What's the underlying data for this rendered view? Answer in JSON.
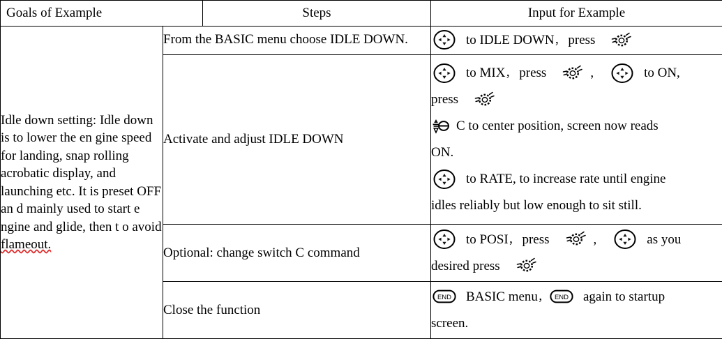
{
  "table": {
    "headers": {
      "goals": "Goals of Example",
      "steps": "Steps",
      "input": "Input for Example"
    },
    "goals_text": "Idle down setting: Idle down is to lower the en gine speed for landing, snap rolling acrobatic display, and launching etc. It is preset OFF an d mainly used to start e ngine and glide, then t o avoid ",
    "goals_text_misspelled": "flameout.",
    "rows": [
      {
        "step": "From the BASIC menu choose IDLE DOWN.",
        "input_lines": [
          [
            {
              "type": "icon",
              "name": "dpad-icon"
            },
            {
              "type": "text",
              "value": "to IDLE DOWN"
            },
            {
              "type": "cjk-comma",
              "value": "，"
            },
            {
              "type": "text",
              "value": " press"
            },
            {
              "type": "icon",
              "name": "press-button-icon"
            }
          ]
        ]
      },
      {
        "step": "Activate and adjust IDLE DOWN",
        "input_lines": [
          [
            {
              "type": "icon",
              "name": "dpad-icon"
            },
            {
              "type": "text",
              "value": "to MIX"
            },
            {
              "type": "cjk-comma",
              "value": "，"
            },
            {
              "type": "text",
              "value": " press"
            },
            {
              "type": "icon",
              "name": "press-button-icon"
            },
            {
              "type": "text",
              "value": ","
            },
            {
              "type": "icon",
              "name": "dpad-icon"
            },
            {
              "type": "text",
              "value": "to ON,"
            }
          ],
          [
            {
              "type": "text",
              "value": "press"
            },
            {
              "type": "icon",
              "name": "press-button-icon"
            }
          ],
          [
            {
              "type": "icon",
              "name": "switch-c-icon"
            },
            {
              "type": "text",
              "value": "C to center position, screen now reads"
            }
          ],
          [
            {
              "type": "text",
              "value": "ON."
            }
          ],
          [
            {
              "type": "icon",
              "name": "dpad-icon"
            },
            {
              "type": "text",
              "value": "to RATE, to increase rate until engine"
            }
          ],
          [
            {
              "type": "text",
              "value": "idles reliably but low enough to sit still."
            }
          ]
        ]
      },
      {
        "step": "Optional: change switch C command",
        "input_lines": [
          [
            {
              "type": "icon",
              "name": "dpad-icon"
            },
            {
              "type": "text",
              "value": "to POSI"
            },
            {
              "type": "cjk-comma",
              "value": "，"
            },
            {
              "type": "text",
              "value": " press"
            },
            {
              "type": "icon",
              "name": "press-button-icon"
            },
            {
              "type": "text",
              "value": ","
            },
            {
              "type": "icon",
              "name": "dpad-icon"
            },
            {
              "type": "text",
              "value": "as you"
            }
          ],
          [
            {
              "type": "text",
              "value": "desired press"
            },
            {
              "type": "icon",
              "name": "press-button-icon"
            }
          ]
        ]
      },
      {
        "step": "Close the function",
        "input_lines": [
          [
            {
              "type": "icon",
              "name": "end-button-icon",
              "label": "END"
            },
            {
              "type": "text",
              "value": "BASIC menu"
            },
            {
              "type": "cjk-comma",
              "value": "，"
            },
            {
              "type": "icon",
              "name": "end-button-icon",
              "label": "END"
            },
            {
              "type": "text",
              "value": "again to startup"
            }
          ],
          [
            {
              "type": "text",
              "value": "screen."
            }
          ]
        ]
      }
    ]
  },
  "colors": {
    "border": "#000000",
    "text": "#000000",
    "background": "#ffffff",
    "spellcheck_underline": "#e03030"
  }
}
